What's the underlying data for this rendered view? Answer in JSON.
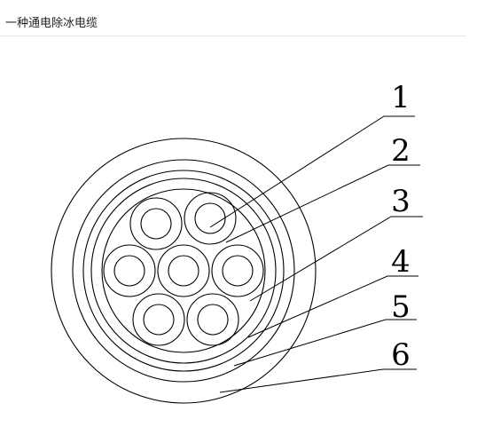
{
  "page": {
    "title": "一种通电除冰电缆"
  },
  "figure": {
    "labels": [
      "1",
      "2",
      "3",
      "4",
      "5",
      "6"
    ]
  }
}
